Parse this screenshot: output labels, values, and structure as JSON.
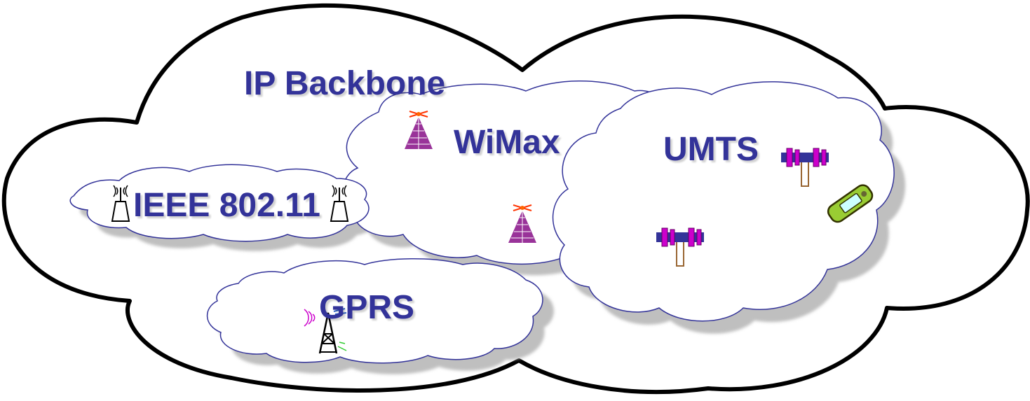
{
  "networks": {
    "backbone": {
      "label": "IP Backbone"
    },
    "wimax": {
      "label": "WiMax"
    },
    "umts": {
      "label": "UMTS"
    },
    "ieee": {
      "label": "IEEE 802.11"
    },
    "gprs": {
      "label": "GPRS"
    }
  },
  "colors": {
    "label": "#333399",
    "cloud_stroke": "#333399",
    "backbone_stroke": "#000000",
    "shadow": "#bfbfbf",
    "tower_purple": "#993399",
    "umts_blue": "#333399",
    "umts_magenta": "#cc00cc",
    "phone_green": "#99cc33"
  },
  "icons": [
    "wimax-tower-icon",
    "wifi-access-point-icon",
    "umts-antenna-icon",
    "mobile-phone-icon",
    "gprs-tower-icon"
  ]
}
